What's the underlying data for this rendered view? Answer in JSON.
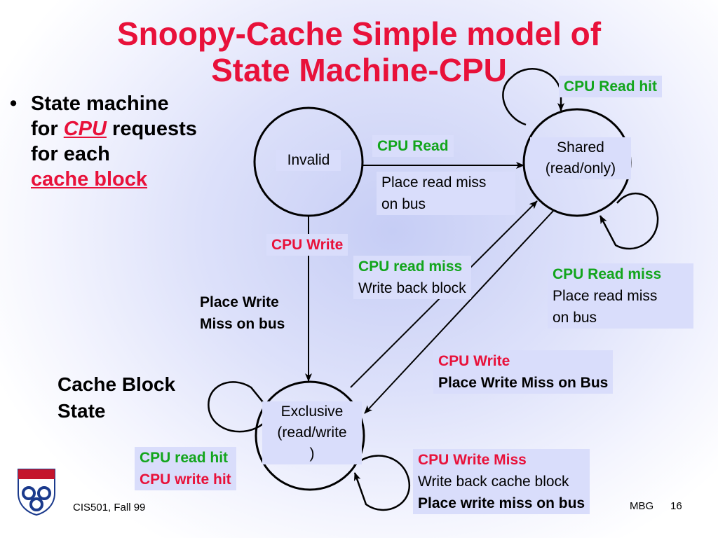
{
  "title_line1": "Snoopy-Cache Simple model of",
  "title_line2": "State Machine-CPU",
  "bullet": {
    "marker": "•",
    "l1": "State machine",
    "for": "for",
    "cpu": "CPU",
    "requests": "requests",
    "l3": "for each",
    "l4": "cache block"
  },
  "states": {
    "invalid": "Invalid",
    "shared_1": "Shared",
    "shared_2": "(read/only)",
    "exclusive_1": "Exclusive",
    "exclusive_2": "(read/write",
    "exclusive_3": ")"
  },
  "labels": {
    "cpu_read_hit": "CPU Read hit",
    "cpu_read": "CPU Read",
    "place_read_miss_1": "Place read miss",
    "place_read_miss_2": "on bus",
    "cpu_write": "CPU Write",
    "cpu_read_miss_small": "CPU read miss",
    "write_back_block": "Write back block",
    "cpu_read_miss": "CPU Read miss",
    "place_read_miss_b1": "Place read miss",
    "place_read_miss_b2": "on bus",
    "place_write_1": "Place Write",
    "place_write_2": "Miss on bus",
    "cpu_write2": "CPU Write",
    "place_write_miss_on_bus": "Place Write Miss on Bus",
    "cpu_read_hit_small": "CPU read hit",
    "cpu_write_hit": "CPU write hit",
    "cpu_write_miss": "CPU Write Miss",
    "write_back_cache_block": "Write back cache block",
    "place_write_miss_bus": "Place write miss on bus"
  },
  "cache_block_state_1": "Cache Block",
  "cache_block_state_2": "State",
  "footer": {
    "left": "CIS501, Fall 99",
    "author": "MBG",
    "page": "16"
  },
  "colors": {
    "title": "#e8113a",
    "green": "#12a51c",
    "label_bg": "#d9ddfb"
  }
}
